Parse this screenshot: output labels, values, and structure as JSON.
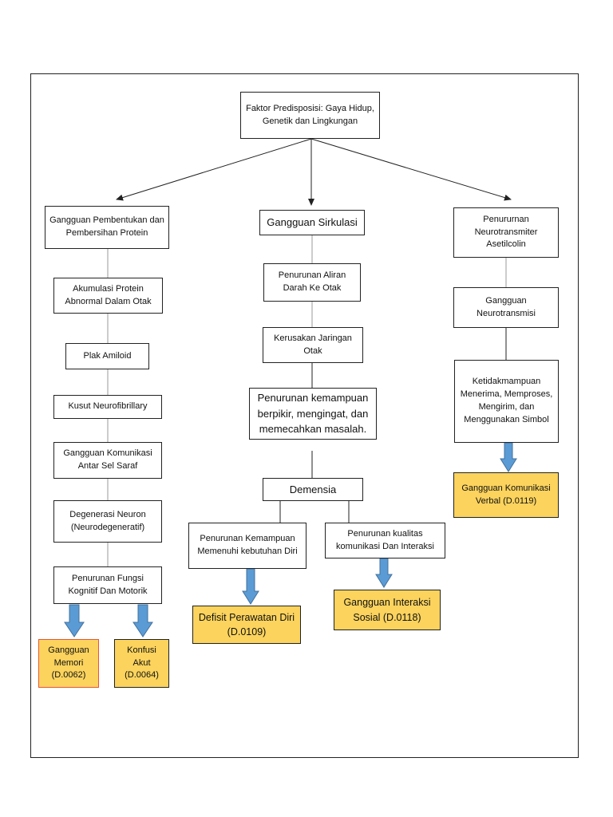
{
  "root": "Faktor Predisposisi: Gaya Hidup, Genetik dan Lingkungan",
  "left_branch": {
    "title": "Gangguan Pembentukan dan Pembersihan Protein",
    "steps": [
      "Akumulasi Protein Abnormal Dalam Otak",
      "Plak Amiloid",
      "Kusut Neurofibrillary",
      "Gangguan Komunikasi Antar Sel Saraf",
      "Degenerasi Neuron (Neurodegeneratif)",
      "Penurunan Fungsi Kognitif Dan Motorik"
    ],
    "diagnoses": [
      "Gangguan Memori (D.0062)",
      "Konfusi Akut (D.0064)"
    ]
  },
  "center_branch": {
    "title": "Gangguan Sirkulasi",
    "steps": [
      "Penurunan Aliran Darah Ke Otak",
      "Kerusakan Jaringan Otak",
      "Penurunan kemampuan berpikir, mengingat, dan memecahkan masalah."
    ],
    "outcome": "Demensia",
    "sub_left": "Penurunan Kemampuan Memenuhi kebutuhan Diri",
    "sub_right": "Penurunan kualitas komunikasi Dan Interaksi",
    "diagnoses": [
      "Defisit Perawatan Diri (D.0109)",
      "Gangguan Interaksi Sosial (D.0118)"
    ]
  },
  "right_branch": {
    "title": "Penururnan Neurotransmiter Asetilcolin",
    "steps": [
      "Gangguan Neurotransmisi",
      "Ketidakmampuan Menerima, Memproses, Mengirim, dan Menggunakan Simbol"
    ],
    "diagnoses": [
      "Gangguan Komunikasi Verbal (D.0119)"
    ]
  },
  "colors": {
    "diagnosis_fill": "#fbd35d",
    "arrow_blue": "#5b9bd5",
    "highlight_border": "#e8553a"
  }
}
